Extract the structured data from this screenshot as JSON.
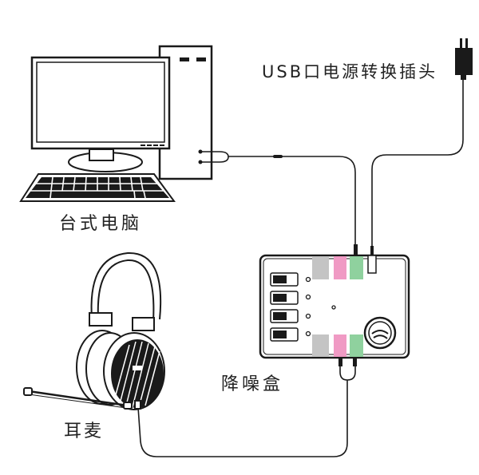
{
  "labels": {
    "usb_adapter": "USB口电源转换插头",
    "desktop_pc": "台式电脑",
    "noise_box": "降噪盒",
    "headset": "耳麦"
  },
  "colors": {
    "line": "#1a1a1a",
    "port_gray": "#c4c4c4",
    "port_pink": "#f09ac4",
    "port_green": "#8fd19e"
  },
  "noise_box": {
    "switch_count": 4,
    "top_ports": [
      "gray",
      "pink",
      "green"
    ],
    "bottom_ports": [
      "gray",
      "pink",
      "green"
    ]
  }
}
